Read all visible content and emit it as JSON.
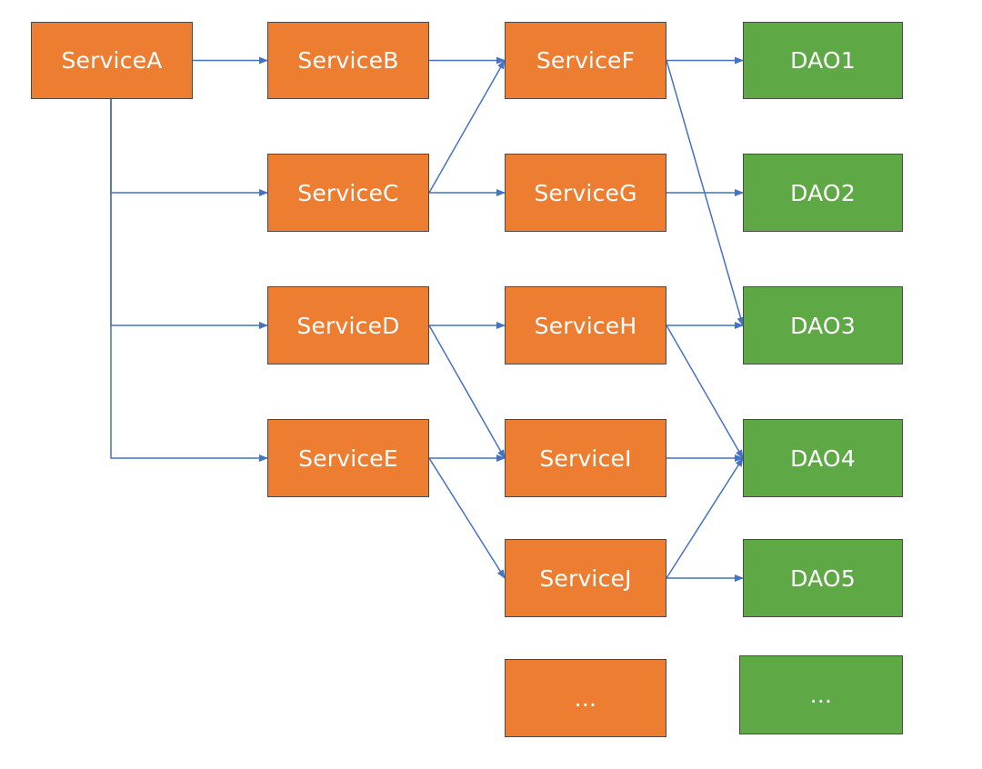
{
  "colors": {
    "service": "#ed7d31",
    "dao": "#5ea845",
    "edge": "#4472c4"
  },
  "nodes": {
    "serviceA": "ServiceA",
    "serviceB": "ServiceB",
    "serviceC": "ServiceC",
    "serviceD": "ServiceD",
    "serviceE": "ServiceE",
    "serviceF": "ServiceF",
    "serviceG": "ServiceG",
    "serviceH": "ServiceH",
    "serviceI": "ServiceI",
    "serviceJ": "ServiceJ",
    "serviceMore": "...",
    "dao1": "DAO1",
    "dao2": "DAO2",
    "dao3": "DAO3",
    "dao4": "DAO4",
    "dao5": "DAO5",
    "daoMore": "..."
  },
  "edges": [
    [
      "serviceA",
      "serviceB"
    ],
    [
      "serviceA",
      "serviceC"
    ],
    [
      "serviceA",
      "serviceD"
    ],
    [
      "serviceA",
      "serviceE"
    ],
    [
      "serviceB",
      "serviceF"
    ],
    [
      "serviceC",
      "serviceF"
    ],
    [
      "serviceC",
      "serviceG"
    ],
    [
      "serviceD",
      "serviceH"
    ],
    [
      "serviceD",
      "serviceI"
    ],
    [
      "serviceE",
      "serviceI"
    ],
    [
      "serviceE",
      "serviceJ"
    ],
    [
      "serviceF",
      "dao1"
    ],
    [
      "serviceF",
      "dao3"
    ],
    [
      "serviceG",
      "dao2"
    ],
    [
      "serviceH",
      "dao3"
    ],
    [
      "serviceH",
      "dao4"
    ],
    [
      "serviceI",
      "dao4"
    ],
    [
      "serviceJ",
      "dao4"
    ],
    [
      "serviceJ",
      "dao5"
    ]
  ]
}
